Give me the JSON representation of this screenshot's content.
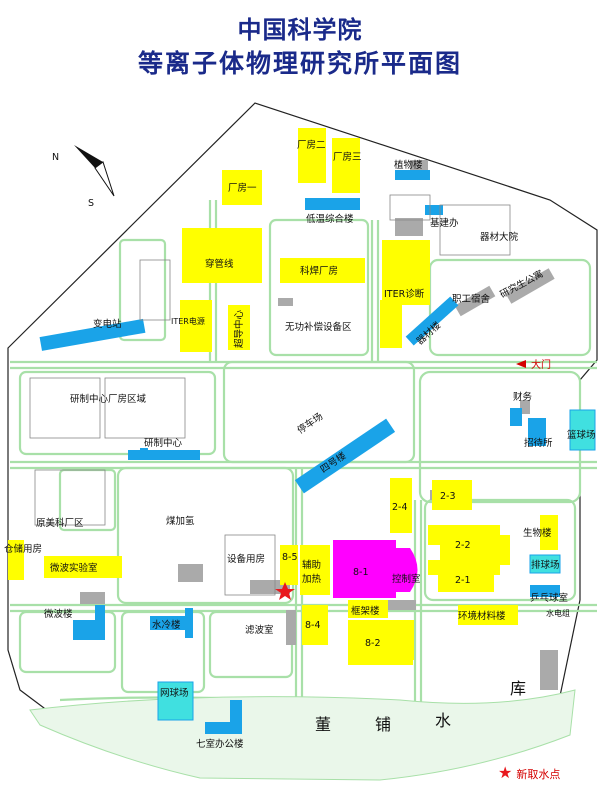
{
  "title": {
    "line1": "中国科学院",
    "line2": "等离子体物理研究所平面图"
  },
  "compass": {
    "north": "N",
    "south": "S"
  },
  "legend": {
    "label": "新取水点"
  },
  "entrance_label": "大门",
  "lake_label": "董 铺 水 库",
  "lake_chars": [
    "董",
    "铺",
    "水",
    "库"
  ],
  "colors": {
    "building_yellow": "#ffff00",
    "building_blue": "#1aa3e8",
    "building_magenta": "#ff00ff",
    "building_cyan": "#40e0e0",
    "road_green": "#a8e0a8",
    "gray": "#aaaaaa",
    "star_red": "#e8181e"
  },
  "labels": {
    "changfang2": "厂房二",
    "changfang3": "厂房三",
    "zhiwu": "植物楼",
    "changfang1": "厂房一",
    "diwen": "低温综合楼",
    "jijian": "基建办",
    "qicai_dayuan": "器材大院",
    "chuanguan": "穿管线",
    "kehan": "科焊厂房",
    "iter_zhenduan": "ITER诊断",
    "zhigong": "职工宿舍",
    "yanjiusheng": "研究生公寓",
    "biandian": "变电站",
    "iter_dianyuan": "ITER电源",
    "chaodao": "超导中心",
    "wugong": "无功补偿设备区",
    "qicai_lou": "器材楼",
    "yanzhi_qu": "研制中心厂房区域",
    "caiwu": "财务",
    "zhaodai": "招待所",
    "lanqiu": "篮球场",
    "tingche": "停车场",
    "yanzhi": "研制中心",
    "sihao": "四号楼",
    "b2_4": "2-4",
    "b2_3": "2-3",
    "yuanmei": "原美科厂区",
    "meijiaqing": "煤加氢",
    "b2_2": "2-2",
    "shengwu": "生物楼",
    "cangchu": "仓储用房",
    "weibo_shiyan": "微波实验室",
    "shebei": "设备用房",
    "b8_5": "8-5",
    "fuzhu": "辅助",
    "jiare": "加热",
    "b8_1": "8-1",
    "kongzhi": "控制室",
    "b2_1": "2-1",
    "paiqiu": "排球场",
    "weibo_lou": "微波楼",
    "shuileng": "水冷楼",
    "lvbo": "滤波室",
    "b8_4": "8-4",
    "kuangjia": "框架楼",
    "b8_2": "8-2",
    "huanjing": "环境材料楼",
    "pingpang": "乒乓球室",
    "shuidian": "水电组",
    "wangqiu": "网球场",
    "qishi": "七室办公楼"
  }
}
